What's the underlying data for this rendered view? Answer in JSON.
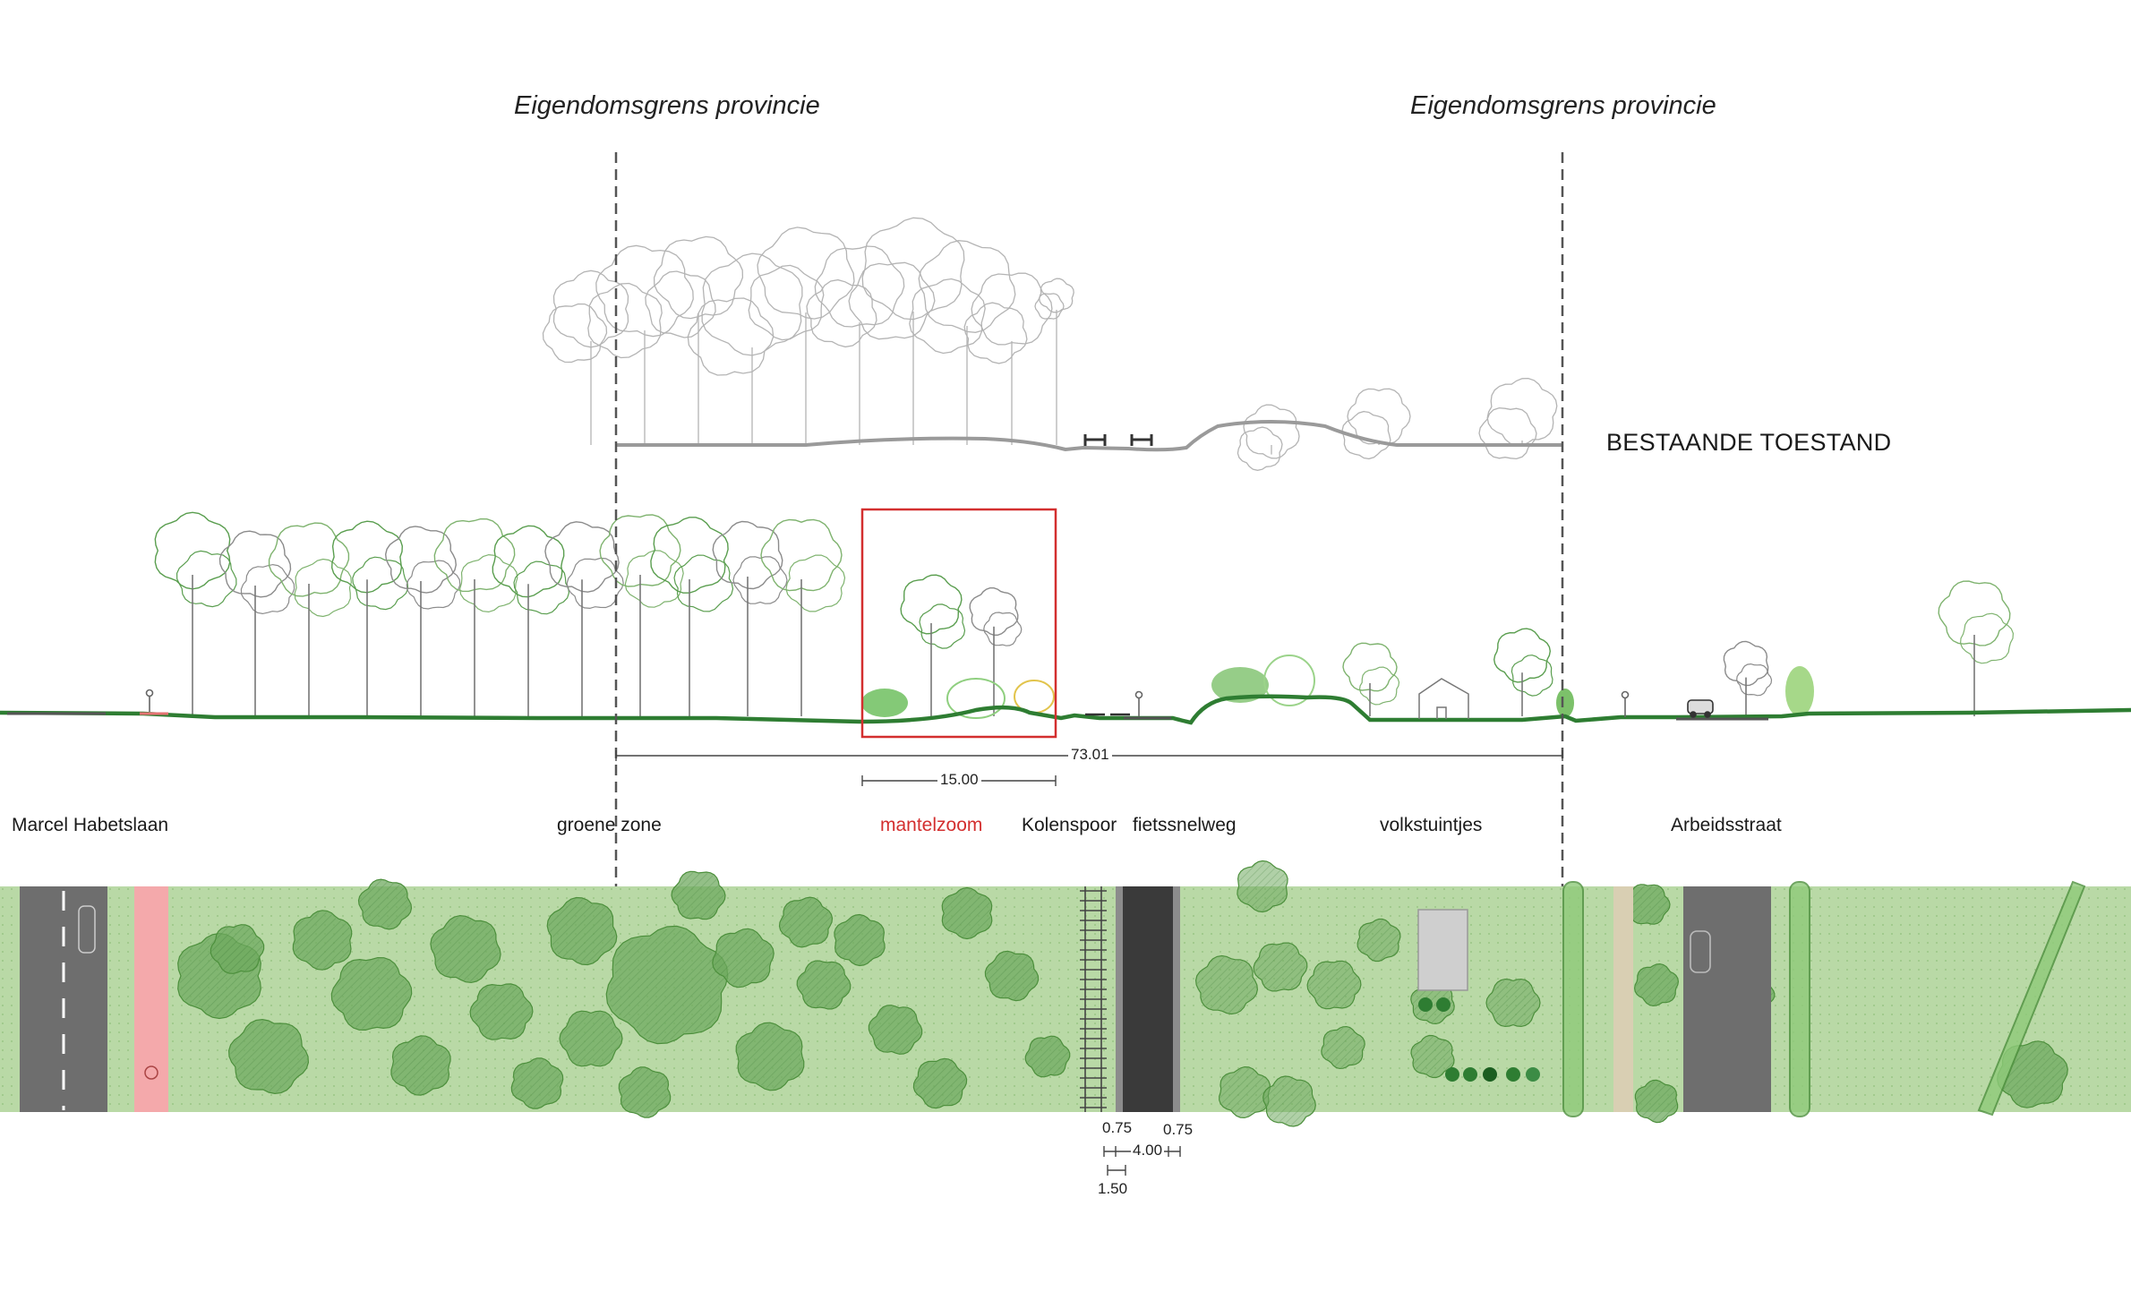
{
  "boundaries": {
    "left_label": "Eigendomsgrens provincie",
    "right_label": "Eigendomsgrens provincie"
  },
  "existing_state_label": "BESTAANDE TOESTAND",
  "zones": {
    "marcel": "Marcel Habetslaan",
    "groene": "groene zone",
    "mantelzoom": "mantelzoom",
    "kolenspoor": "Kolenspoor",
    "fietssnelweg": "fietssnelweg",
    "volkstuintjes": "volkstuintjes",
    "arbeidsstraat": "Arbeidsstraat"
  },
  "dimensions": {
    "total": "73.01",
    "mantelzoom": "15.00",
    "verge_left": "0.75",
    "verge_right": "0.75",
    "path": "4.00",
    "rail": "1.50"
  },
  "colors": {
    "accent_red": "#d32f2f",
    "ground_green": "#2e7d32",
    "plan_green": "#b9d9a6",
    "tree_green": "#5a9e4f",
    "road_gray": "#6e6e6e",
    "bike_lane_pink": "#f4a9ab"
  }
}
